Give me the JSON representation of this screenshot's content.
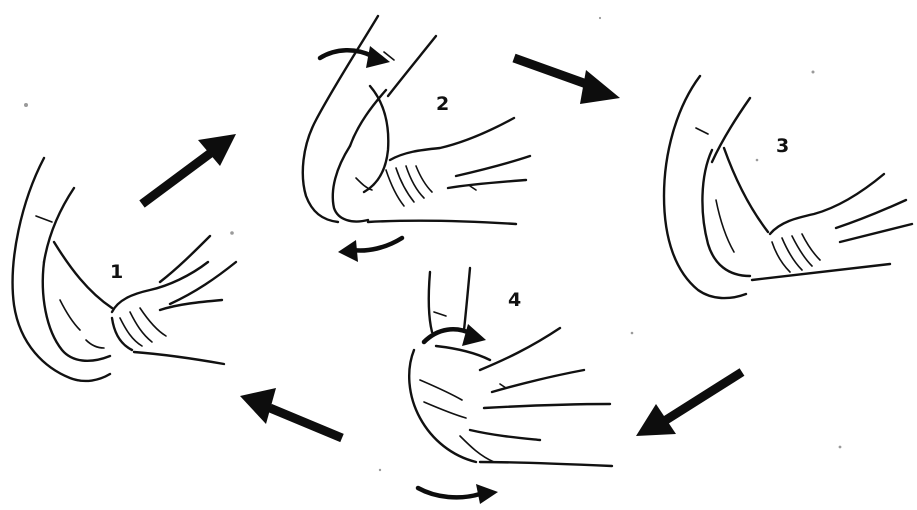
{
  "steps": [
    {
      "number": "1"
    },
    {
      "number": "2"
    },
    {
      "number": "3"
    },
    {
      "number": "4"
    }
  ],
  "ink_color": "#111111",
  "background_color": "#ffffff"
}
